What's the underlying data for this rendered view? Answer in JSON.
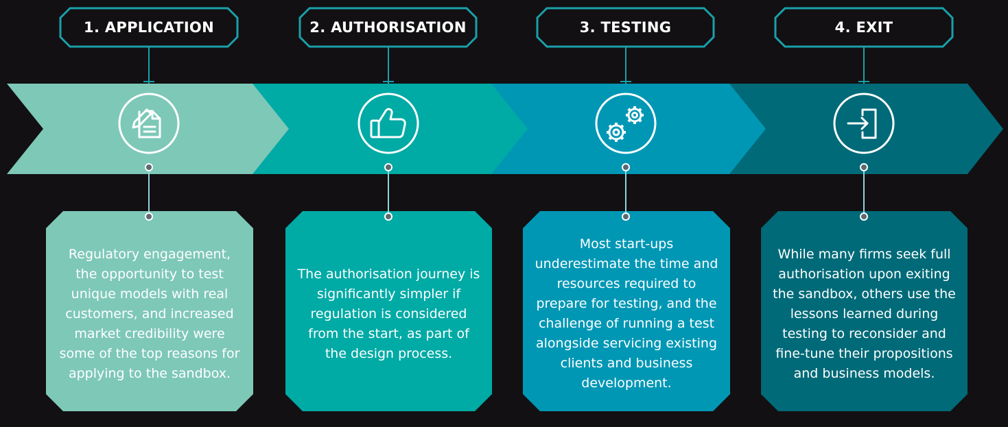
{
  "colors": {
    "background": "#121012",
    "stage1": "#7ec8b8",
    "stage2": "#00aaa5",
    "stage3": "#0097b5",
    "stage4": "#006a78",
    "label_border": "#1aa0aa",
    "connector": "#8fd6dc"
  },
  "stages": [
    {
      "label": "1. APPLICATION",
      "icon": "document-edit-icon",
      "description": "Regulatory engagement, the opportunity to test unique models with real customers, and increased market credibility were some of the top reasons for applying to the sandbox."
    },
    {
      "label": "2. AUTHORISATION",
      "icon": "thumbs-up-icon",
      "description": "The authorisation journey is significantly simpler if regulation is considered from the start, as part of the design process."
    },
    {
      "label": "3. TESTING",
      "icon": "gears-icon",
      "description": "Most start-ups underestimate the time and resources required to prepare for testing, and the challenge of running a test alongside servicing existing clients and business development."
    },
    {
      "label": "4. EXIT",
      "icon": "exit-door-icon",
      "description": "While many firms seek full authorisation upon exiting the sandbox, others use the lessons learned during testing to reconsider and fine-tune their propositions and business models."
    }
  ]
}
